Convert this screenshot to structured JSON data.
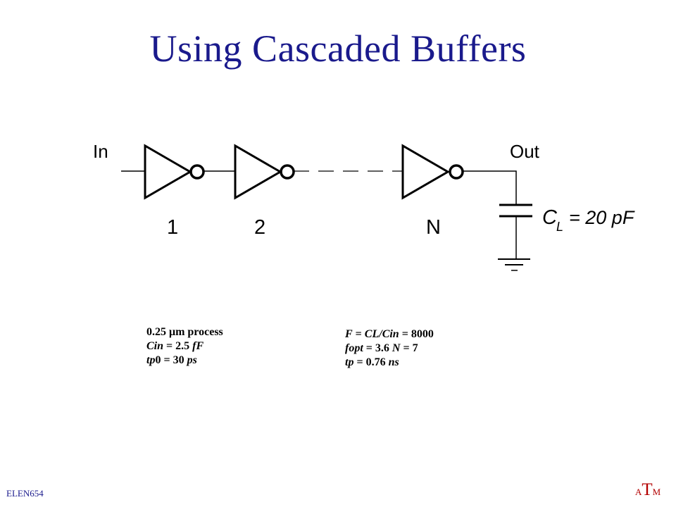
{
  "slide": {
    "title": "Using Cascaded Buffers",
    "footer": "ELEN654",
    "logo": {
      "left": "A",
      "middle": "T",
      "right": "M"
    }
  },
  "colors": {
    "title": "#1a1a8c",
    "footer": "#1a1a8c",
    "logo": "#b30000"
  },
  "circuit": {
    "input_label": "In",
    "output_label": "Out",
    "stage_labels": [
      "1",
      "2",
      "N"
    ],
    "load_label": {
      "symbol": "C",
      "subscript": "L",
      "value": "= 20 pF"
    },
    "icons": [
      "inverter-icon",
      "capacitor-icon",
      "ground-icon"
    ]
  },
  "params_left": {
    "line1": {
      "a": "0.25 ",
      "b": "μ",
      "c": "m process"
    },
    "line2": {
      "a": "Cin",
      "b": " = 2.5 ",
      "c": "fF"
    },
    "line3": {
      "a": "tp",
      "b": "0 = 30 ",
      "c": "ps"
    }
  },
  "params_right": {
    "line1": {
      "a": "F",
      "b": " = ",
      "c": "CL/Cin",
      "d": " = 8000"
    },
    "line2": {
      "a": "fopt",
      "b": " = 3.6  ",
      "c": "N",
      "d": " = 7"
    },
    "line3": {
      "a": "tp",
      "b": " = 0.76 ",
      "c": "ns"
    }
  }
}
